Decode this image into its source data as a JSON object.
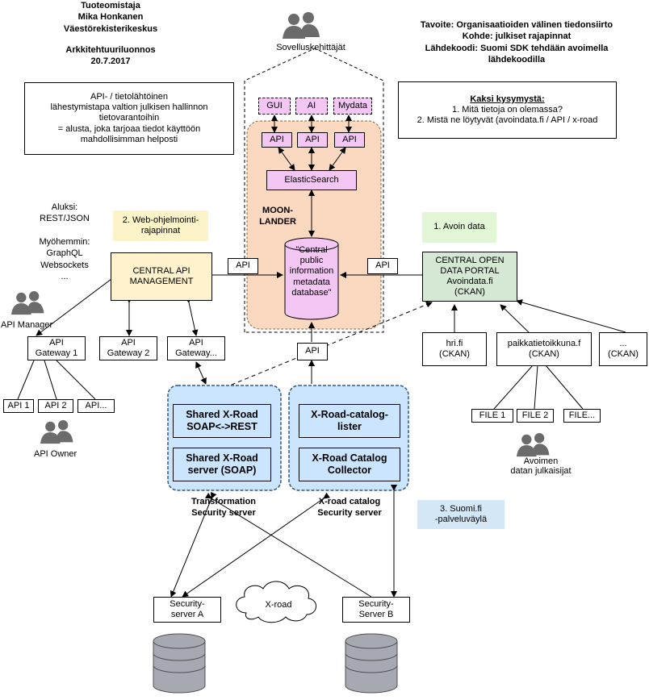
{
  "header_left": "Tuoteomistaja\nMika Honkanen\nVäestörekisterikeskus",
  "header_date": "Arkkitehtuuriluonnos\n20.7.2017",
  "header_right": "Tavoite: Organisaatioiden välinen tiedonsiirto\nKohde: julkiset rajapinnat\nLähdekoodi: Suomi SDK tehdään avoimella\nlähdekoodilla",
  "approach_text": "API- / tietolähtöinen\nlähestymistapa valtion julkisen hallinnon\ntietovarantoihin\n= alusta, joka tarjoaa tiedot käyttöön\nmahdollisimman helposti",
  "questions": {
    "title": "Kaksi kysymystä:",
    "q1": "1. Mitä tietoja on olemassa?",
    "q2": "2. Mistä ne löytyvät (avoindata.fi / API / x-road"
  },
  "developers_label": "Sovelluskehittäjät",
  "apps": {
    "gui": "GUI",
    "ai": "AI",
    "mydata": "Mydata"
  },
  "api_label": "API",
  "elasticsearch": "ElasticSearch",
  "moonlander": "MOON-\nLANDER",
  "central_db": "\"Central\npublic\ninformation\nmetadata\ndatabase\"",
  "formats_text": "Aluksi:\nREST/JSON",
  "formats_later": "Myöhemmin:\nGraphQL\nWebsockets\n...",
  "web_apis_label": "2. Web-ohjelmointi-\nrajapinnat",
  "open_data_label": "1. Avoin data",
  "central_api_mgmt": "CENTRAL API\nMANAGEMENT",
  "open_data_portal": "CENTRAL OPEN\nDATA PORTAL\nAvoindata.fi\n(CKAN)",
  "api_manager_label": "API Manager",
  "gateways": [
    "API\nGateway 1",
    "API\nGateway 2",
    "API\nGateway..."
  ],
  "gateway_apis": [
    "API 1",
    "API 2",
    "API..."
  ],
  "api_owner_label": "API Owner",
  "ckan_sources": [
    "hri.fi\n(CKAN)",
    "paikkatietoikkuna.f\n(CKAN)",
    "...\n(CKAN)"
  ],
  "files": [
    "FILE 1",
    "FILE 2",
    "FILE..."
  ],
  "publishers_label": "Avoimen\ndatan julkaisijat",
  "shared_soap_rest": "Shared X-Road\nSOAP<->REST",
  "shared_soap_server": "Shared X-Road\nserver (SOAP)",
  "catalog_lister": "X-Road-catalog-\nlister",
  "catalog_collector": "X-Road Catalog\nCollector",
  "transformation_ss": "Transformation\nSecurity server",
  "catalog_ss": "X-road catalog\nSecurity server",
  "suomifi_label": "3. Suomi.fi\n-palveluväylä",
  "security_a": "Security-\nserver A",
  "security_b": "Security-\nServer B",
  "xroad_cloud": "X-road",
  "colors": {
    "pink": "#f3c6f3",
    "peach": "#fbd9c0",
    "yellow": "#fff2cc",
    "light_yellow": "#fdf3c8",
    "green": "#d5e8d4",
    "lightgreen": "#e2f7d6",
    "blue": "#cce5ff",
    "ltblue": "#d4e7f7",
    "db_gray": "#a6a9b2",
    "person_gray": "#6b6b6b"
  }
}
